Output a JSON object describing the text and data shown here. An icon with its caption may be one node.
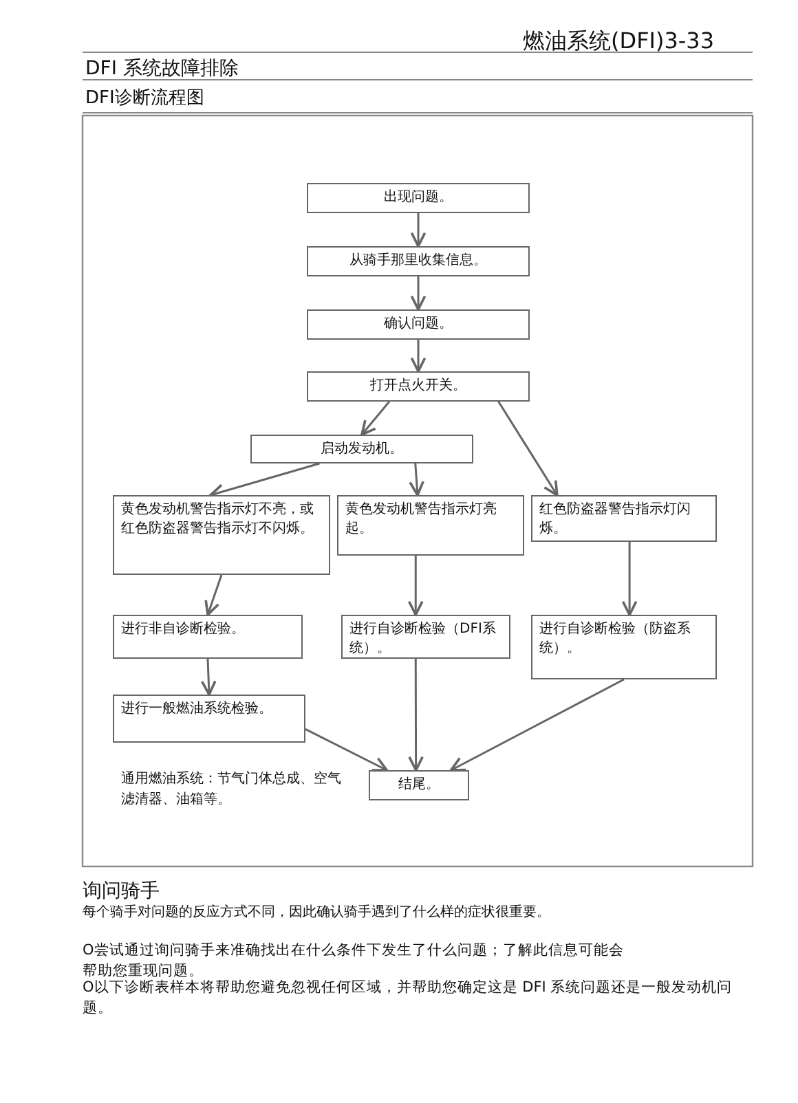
{
  "diagram": {
    "nodes": [
      {
        "text": [
          "出现问题。"
        ]
      },
      {
        "text": [
          "从骑手那里收集信息。"
        ]
      },
      {
        "text": [
          "确认问题。"
        ]
      },
      {
        "text": [
          "打开点火开关。"
        ]
      },
      {
        "text": [
          "启动发动机。"
        ]
      },
      {
        "text": [
          "黄色发动机警告指示灯不亮，或红色防盗器警告指示灯不闪烁。"
        ]
      },
      {
        "text": [
          "黄色发动机警告指示灯亮起。"
        ]
      },
      {
        "text": [
          "红色防盗器警告指示灯闪烁。"
        ]
      },
      {
        "text": [
          "进行非自诊断检验。"
        ]
      },
      {
        "text": [
          "进行自诊断检验（DFI系统）。"
        ]
      },
      {
        "text": [
          "进行自诊断检验（防盗系统）。"
        ]
      },
      {
        "text": [
          "进行一般燃油系统检验。"
        ]
      },
      {
        "text": [
          "结尾。"
        ]
      }
    ],
    "edges": [
      {
        "from": 0,
        "to": 1,
        "arrow": "to"
      },
      {
        "from": 1,
        "to": 2,
        "arrow": "to"
      },
      {
        "from": 2,
        "to": 3,
        "arrow": "to"
      },
      {
        "from": 3,
        "to": 4,
        "arrow": "to"
      },
      {
        "from": 3,
        "to": 7,
        "arrow": "to"
      },
      {
        "from": 4,
        "to": 5,
        "arrow": "to"
      },
      {
        "from": 4,
        "to": 6,
        "arrow": "to"
      },
      {
        "from": 5,
        "to": 8,
        "arrow": "to"
      },
      {
        "from": 8,
        "to": 11,
        "arrow": "to"
      },
      {
        "from": 6,
        "to": 9,
        "arrow": "to"
      },
      {
        "from": 7,
        "to": 10,
        "arrow": "to"
      },
      {
        "from": 11,
        "to": 12,
        "arrow": "to"
      },
      {
        "from": 9,
        "to": 12,
        "arrow": "to"
      },
      {
        "from": 10,
        "to": 12,
        "arrow": "to"
      }
    ],
    "labels": [
      "燃油系统(DFI)3-33",
      "DFI 系统故障排除",
      "DFI诊断流程图",
      "通用燃油系统：节气门体总成、空气滤清器、油箱等。",
      "询问骑手",
      "每个骑手对问题的反应方式不同，因此确认骑手遇到了什么样的症状很重要。",
      "O尝试通过询问骑手来准确找出在什么条件下发生了什么问题；了解此信息可能会帮助您重现问题。",
      "O以下诊断表样本将帮助您避免忽视任何区域，并帮助您确定这是 DFI 系统问题还是一般发动机问题。"
    ]
  }
}
